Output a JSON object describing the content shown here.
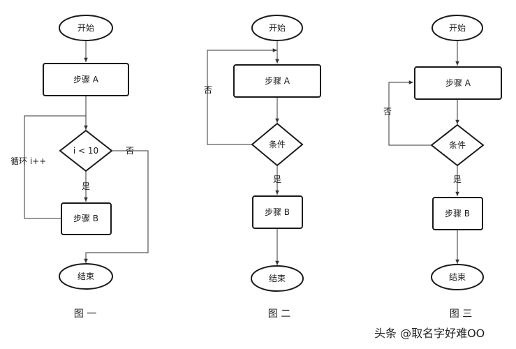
{
  "figure1": {
    "start": "开始",
    "step_a": "步骤 A",
    "condition": "i < 10",
    "step_b": "步骤 B",
    "end": "结束",
    "loop_label": "循环 i++",
    "yes": "是",
    "no": "否",
    "caption": "图 一"
  },
  "figure2": {
    "start": "开始",
    "step_a": "步骤 A",
    "condition": "条件",
    "step_b": "步骤 B",
    "end": "结束",
    "yes": "是",
    "no": "否",
    "caption": "图 二"
  },
  "figure3": {
    "start": "开始",
    "step_a": "步骤 A",
    "condition": "条件",
    "step_b": "步骤 B",
    "end": "结束",
    "yes": "是",
    "no": "否",
    "caption": "图 三"
  },
  "watermark": "头条 @取名字好难OO"
}
